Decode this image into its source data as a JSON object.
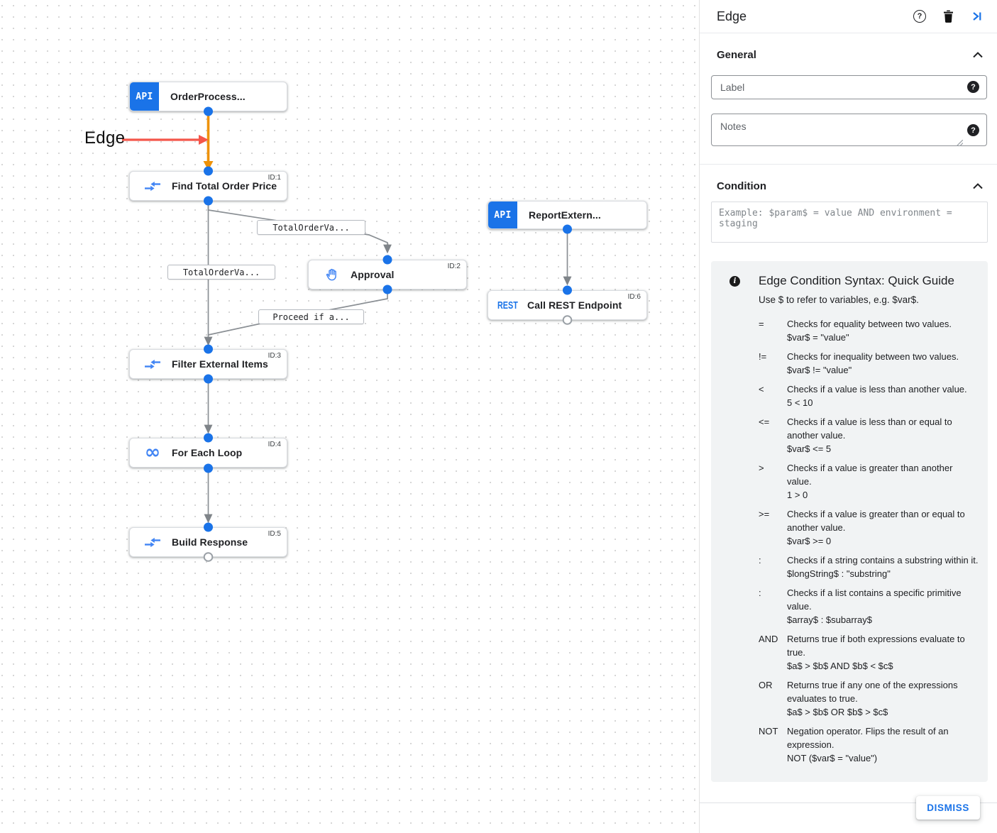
{
  "canvas": {
    "annotation": "Edge",
    "nodes": [
      {
        "label": "OrderProcess...",
        "type": "trigger-api",
        "icon_text": "API"
      },
      {
        "label": "Find Total Order Price",
        "id_label": "ID:1",
        "type": "data-mapping"
      },
      {
        "label": "Approval",
        "id_label": "ID:2",
        "type": "approval"
      },
      {
        "label": "Filter External Items",
        "id_label": "ID:3",
        "type": "data-mapping"
      },
      {
        "label": "For Each Loop",
        "id_label": "ID:4",
        "type": "loop"
      },
      {
        "label": "Build Response",
        "id_label": "ID:5",
        "type": "data-mapping"
      },
      {
        "label": "ReportExtern...",
        "type": "trigger-api",
        "icon_text": "API"
      },
      {
        "label": "Call REST Endpoint",
        "id_label": "ID:6",
        "type": "rest",
        "icon_text": "REST"
      }
    ],
    "loop_icon_glyph": "∞",
    "edge_labels": [
      "TotalOrderVa...",
      "TotalOrderVa...",
      "Proceed if a..."
    ],
    "colors": {
      "accent": "#1a73e8",
      "selected_edge": "#ee9209",
      "annotation_arrow": "#f4564a",
      "edge_gray": "#8a8f94"
    }
  },
  "panel": {
    "title": "Edge",
    "header_icons": [
      "help-icon",
      "trash-icon",
      "collapse-panel-icon"
    ],
    "help_glyph": "?",
    "info_glyph": "i",
    "general": {
      "heading": "General",
      "label_placeholder": "Label",
      "notes_placeholder": "Notes"
    },
    "condition": {
      "heading": "Condition",
      "placeholder": "Example: $param$ = value AND environment = staging"
    },
    "guide": {
      "title": "Edge Condition Syntax: Quick Guide",
      "subtitle": "Use $ to refer to variables, e.g. $var$.",
      "rows": [
        {
          "op": "=",
          "desc": "Checks for equality between two values.",
          "example": "$var$ = \"value\""
        },
        {
          "op": "!=",
          "desc": "Checks for inequality between two values.",
          "example": "$var$ != \"value\""
        },
        {
          "op": "<",
          "desc": "Checks if a value is less than another value.",
          "example": "5 < 10"
        },
        {
          "op": "<=",
          "desc": "Checks if a value is less than or equal to another value.",
          "example": "$var$ <= 5"
        },
        {
          "op": ">",
          "desc": "Checks if a value is greater than another value.",
          "example": "1 > 0"
        },
        {
          "op": ">=",
          "desc": "Checks if a value is greater than or equal to another value.",
          "example": "$var$ >= 0"
        },
        {
          "op": ":",
          "desc": "Checks if a string contains a substring within it.",
          "example": "$longString$ : \"substring\""
        },
        {
          "op": ":",
          "desc": "Checks if a list contains a specific primitive value.",
          "example": "$array$ : $subarray$"
        },
        {
          "op": "AND",
          "desc": "Returns true if both expressions evaluate to true.",
          "example": "$a$ > $b$ AND $b$ < $c$"
        },
        {
          "op": "OR",
          "desc": "Returns true if any one of the expressions evaluates to true.",
          "example": "$a$ > $b$ OR $b$ > $c$"
        },
        {
          "op": "NOT",
          "desc": "Negation operator. Flips the result of an expression.",
          "example": "NOT ($var$ = \"value\")"
        }
      ]
    },
    "dismiss_label": "DISMISS"
  }
}
